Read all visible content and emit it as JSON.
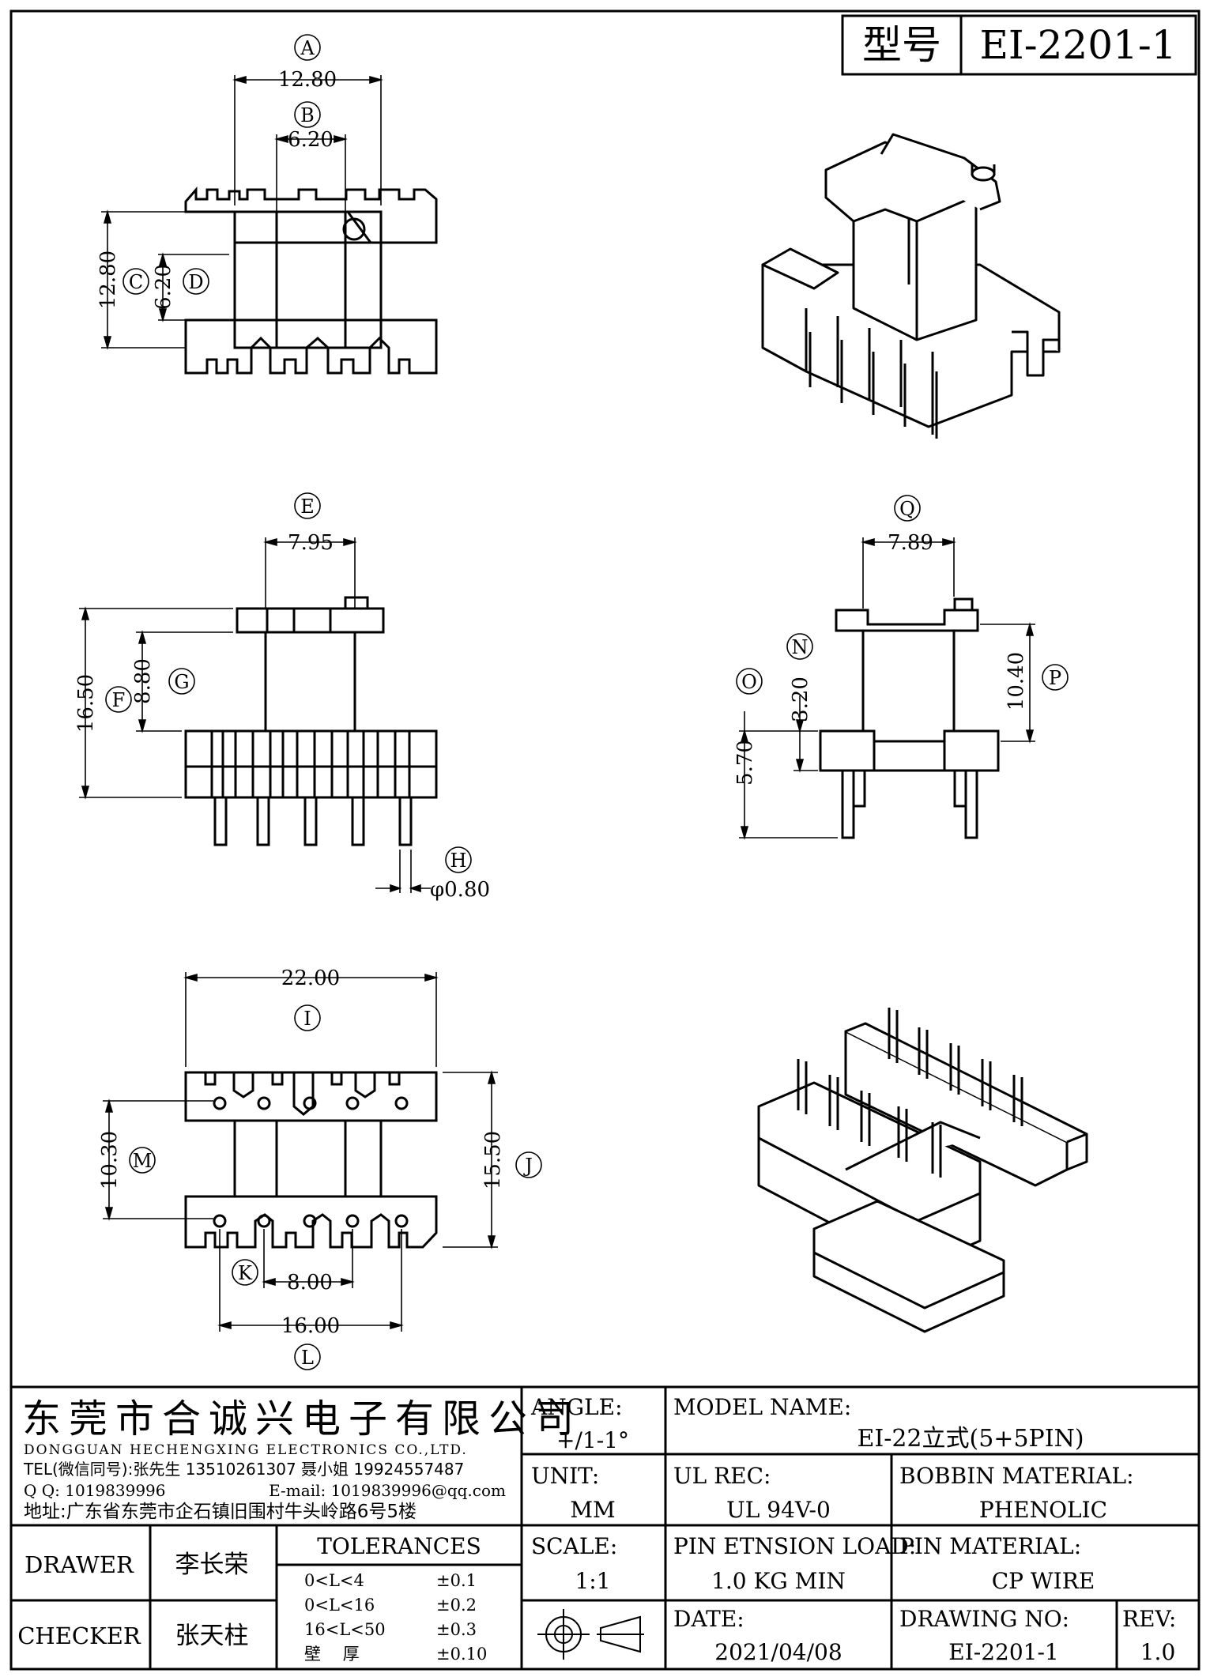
{
  "header": {
    "model_label": "型号",
    "model_value": "EI-2201-1"
  },
  "top_view": {
    "dims": {
      "A": {
        "letter": "A",
        "value": "12.80"
      },
      "B": {
        "letter": "B",
        "value": "6.20"
      },
      "C": {
        "letter": "C",
        "value": "12.80"
      },
      "D": {
        "letter": "D",
        "value": "6.20"
      }
    }
  },
  "front_view": {
    "dims": {
      "E": {
        "letter": "E",
        "value": "7.95"
      },
      "F": {
        "letter": "F",
        "value": "16.50"
      },
      "G": {
        "letter": "G",
        "value": "8.80"
      },
      "H": {
        "letter": "H",
        "value": "φ0.80"
      }
    }
  },
  "side_view": {
    "dims": {
      "Q": {
        "letter": "Q",
        "value": "7.89"
      },
      "N": {
        "letter": "N",
        "value": "3.20"
      },
      "O": {
        "letter": "O",
        "value": "5.70"
      },
      "P": {
        "letter": "P",
        "value": "10.40"
      }
    }
  },
  "bottom_view": {
    "dims": {
      "I": {
        "letter": "I",
        "value": "22.00"
      },
      "J": {
        "letter": "J",
        "value": "15.50"
      },
      "K": {
        "letter": "K",
        "value": "8.00"
      },
      "L": {
        "letter": "L",
        "value": "16.00"
      },
      "M": {
        "letter": "M",
        "value": "10.30"
      }
    }
  },
  "company": {
    "name_cn": "东莞市合诚兴电子有限公司",
    "name_en": "DONGGUAN HECHENGXING ELECTRONICS CO.,LTD.",
    "tel": "TEL(微信同号):张先生 13510261307 聂小姐 19924557487",
    "qq": "Q Q: 1019839996",
    "email": "E-mail: 1019839996@qq.com",
    "address": "地址:广东省东莞市企石镇旧围村牛头岭路6号5楼"
  },
  "title_block": {
    "angle_label": "ANGLE:",
    "angle_value": "+/1-1°",
    "model_name_label": "MODEL NAME:",
    "model_name_value": "EI-22立式(5+5PIN)",
    "unit_label": "UNIT:",
    "unit_value": "MM",
    "ul_label": "UL REC:",
    "ul_value": "UL 94V-0",
    "bobbin_label": "BOBBIN MATERIAL:",
    "bobbin_value": "PHENOLIC",
    "scale_label": "SCALE:",
    "scale_value": "1:1",
    "pin_load_label": "PIN ETNSION LOAD:",
    "pin_load_value": "1.0 KG MIN",
    "pin_material_label": "PIN MATERIAL:",
    "pin_material_value": "CP WIRE",
    "date_label": "DATE:",
    "date_value": "2021/04/08",
    "drawing_no_label": "DRAWING NO:",
    "drawing_no_value": "EI-2201-1",
    "rev_label": "REV:",
    "rev_value": "1.0",
    "drawer_label": "DRAWER",
    "drawer_value": "李长荣",
    "checker_label": "CHECKER",
    "checker_value": "张天柱",
    "tolerances_label": "TOLERANCES",
    "tolerances": [
      {
        "range": "0<L<4",
        "tol": "±0.1"
      },
      {
        "range": "0<L<16",
        "tol": "±0.2"
      },
      {
        "range": "16<L<50",
        "tol": "±0.3"
      },
      {
        "range": "壁　 厚",
        "tol": "±0.10"
      }
    ]
  }
}
